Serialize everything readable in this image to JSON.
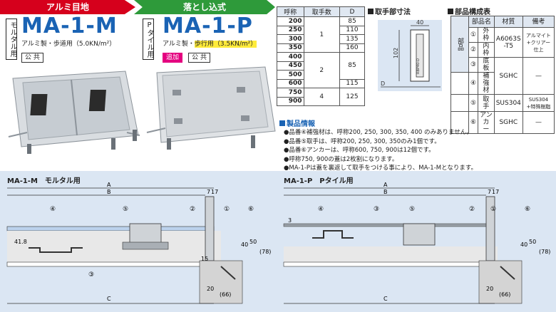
{
  "header": {
    "left_tab": "アルミ目地",
    "right_tab": "落とし込式"
  },
  "product_left": {
    "vertical_label": "モルタル用",
    "model": "MA-1-M",
    "spec": "アルミ製・歩道用（5.0KN/m²）",
    "tags": [
      "公 共"
    ]
  },
  "product_right": {
    "vertical_label": "Pタイル用",
    "model": "MA-1-P",
    "spec_prefix": "アルミ製・",
    "spec_highlight": "歩行用（3.5KN/m²）",
    "tags": [
      "追加",
      "公 共"
    ]
  },
  "size_table": {
    "headers": [
      "呼称",
      "取手数",
      "D"
    ],
    "names": [
      "200",
      "250",
      "300",
      "350",
      "400",
      "450",
      "500",
      "600",
      "750",
      "900"
    ],
    "handles": [
      "1",
      "2",
      "4"
    ],
    "d_values": [
      "85",
      "110",
      "135",
      "160",
      "85",
      "115",
      "125"
    ]
  },
  "handle_section": {
    "title": "取手部寸法",
    "dim_w": "40",
    "dim_h": "102",
    "dim_d": "D",
    "label": "RBP40-D"
  },
  "parts_section": {
    "title": "部品構成表",
    "side_label": "部品",
    "headers": [
      "部品名",
      "材質",
      "備考"
    ],
    "rows": [
      {
        "no": "①",
        "name": "外枠",
        "material": "A6063S",
        "note": "アルマイト"
      },
      {
        "no": "②",
        "name": "内枠",
        "material": "-T5",
        "note": "+クリアー仕上"
      },
      {
        "no": "③",
        "name": "底板",
        "material": "SGHC",
        "note": "—"
      },
      {
        "no": "④",
        "name": "補強材",
        "material": "",
        "note": ""
      },
      {
        "no": "⑤",
        "name": "取手",
        "material": "SUS304",
        "note": "SUS304 +特殊樹脂"
      },
      {
        "no": "⑥",
        "name": "アンカー",
        "material": "SGHC",
        "note": "—"
      }
    ]
  },
  "info": {
    "title": "製品情報",
    "lines": [
      "●品番④補強材は、呼称200, 250, 300, 350, 400 のみありません。",
      "●品番⑤取手は、呼称200, 250, 300, 350のみ1個です。",
      "●品番⑥アンカーは、呼称600, 750, 900は12個です。",
      "●呼称750, 900の蓋は2枚割になります。",
      "●MA-1-Pは蓋を裏返して取手をつける事により、MA-1-Mとなります。"
    ]
  },
  "drawing_left": {
    "title": "MA-1-M　モルタル用",
    "labels": {
      "a": "A",
      "b": "B",
      "c": "C",
      "n1": "①",
      "n2": "②",
      "n3": "③",
      "n4": "④",
      "n5": "⑤",
      "n6": "⑥"
    },
    "dims": {
      "d7": "7",
      "d17": "17",
      "d40": "40",
      "d50": "50",
      "d78": "(78)",
      "d418": "41.8",
      "d15": "15",
      "d20": "20",
      "d66": "(66)"
    }
  },
  "drawing_right": {
    "title": "MA-1-P　Pタイル用",
    "labels": {
      "a": "A",
      "b": "B",
      "c": "C",
      "n1": "①",
      "n2": "②",
      "n3": "③",
      "n4": "④",
      "n5": "⑤",
      "n6": "⑥"
    },
    "dims": {
      "d7": "7",
      "d17": "17",
      "d40": "40",
      "d50": "50",
      "d78": "(78)",
      "d3": "3",
      "d20": "20",
      "d66": "(66)"
    }
  }
}
